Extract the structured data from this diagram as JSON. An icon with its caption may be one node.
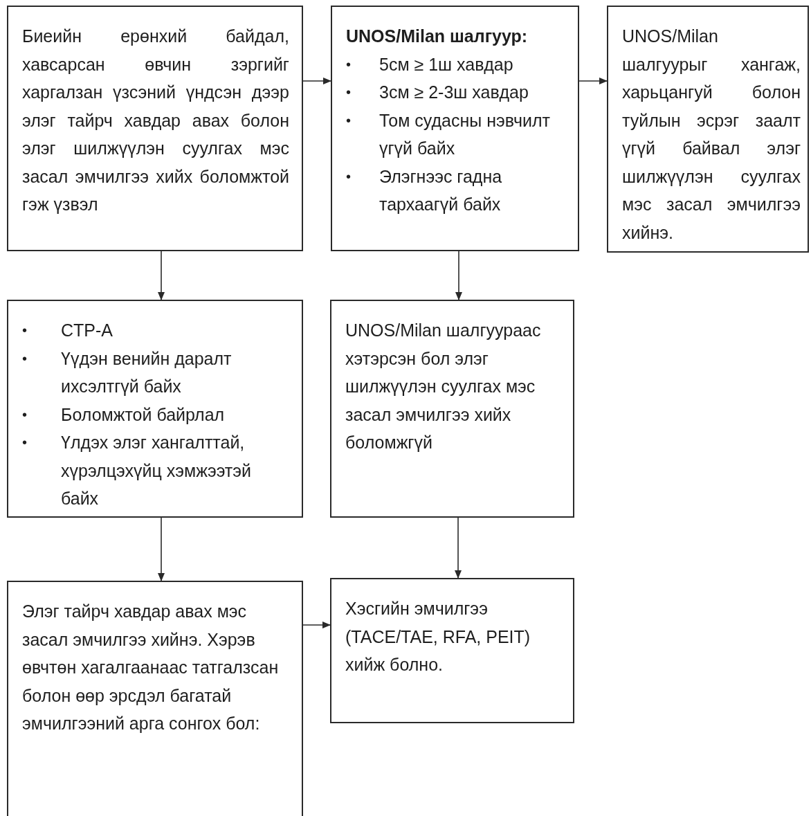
{
  "diagram": {
    "nodes": [
      {
        "text": [
          "Биеийн ерөнхий байдал, хавсарсан өвчин зэргийг харгалзан үзсэний үндсэн дээр элэг тайрч хавдар авах болон элэг шилжүүлэн суулгах мэс засал эмчилгээ хийх боломжтой гэж үзвэл"
        ]
      },
      {
        "text": [
          "UNOS/Milan шалгуур:",
          "5см ≥ 1ш хавдар",
          "3см ≥ 2-3ш хавдар",
          "Том судасны нэвчилт үгүй байх",
          "Элэгнээс гадна тархаагүй байх"
        ]
      },
      {
        "text": [
          "UNOS/Milan шалгуурыг хангаж, харьцангуй болон туйлын эсрэг заалт үгүй байвал элэг шилжүүлэн суулгах мэс засал эмчилгээ хийнэ."
        ]
      },
      {
        "text": [
          "CTP-A",
          "Үүдэн венийн даралт ихсэлтгүй байх",
          "Боломжтой байрлал",
          "Үлдэх элэг хангалттай, хүрэлцэхүйц хэмжээтэй байх"
        ]
      },
      {
        "text": [
          "UNOS/Milan шалгуураас хэтэрсэн бол элэг шилжүүлэн суулгах мэс засал эмчилгээ хийх боломжгүй"
        ]
      },
      {
        "text": [
          "Элэг тайрч хавдар авах мэс засал эмчилгээ хийнэ. Хэрэв өвчтөн хагалгаанаас татгалзсан болон өөр эрсдэл багатай эмчилгээний арга сонгох бол:"
        ]
      },
      {
        "text": [
          "Хэсгийн эмчилгээ (TACE/TAE, RFA, PEIT) хийж болно."
        ]
      }
    ],
    "edges": [
      {
        "from": 0,
        "to": 1,
        "arrow": "to"
      },
      {
        "from": 1,
        "to": 2,
        "arrow": "to"
      },
      {
        "from": 0,
        "to": 3,
        "arrow": "to"
      },
      {
        "from": 1,
        "to": 4,
        "arrow": "to"
      },
      {
        "from": 3,
        "to": 5,
        "arrow": "to"
      },
      {
        "from": 4,
        "to": 6,
        "arrow": "to"
      },
      {
        "from": 5,
        "to": 6,
        "arrow": "to"
      }
    ],
    "labels": [
      "•",
      "•",
      "•",
      "•",
      "•",
      "•",
      "•",
      "•"
    ]
  }
}
